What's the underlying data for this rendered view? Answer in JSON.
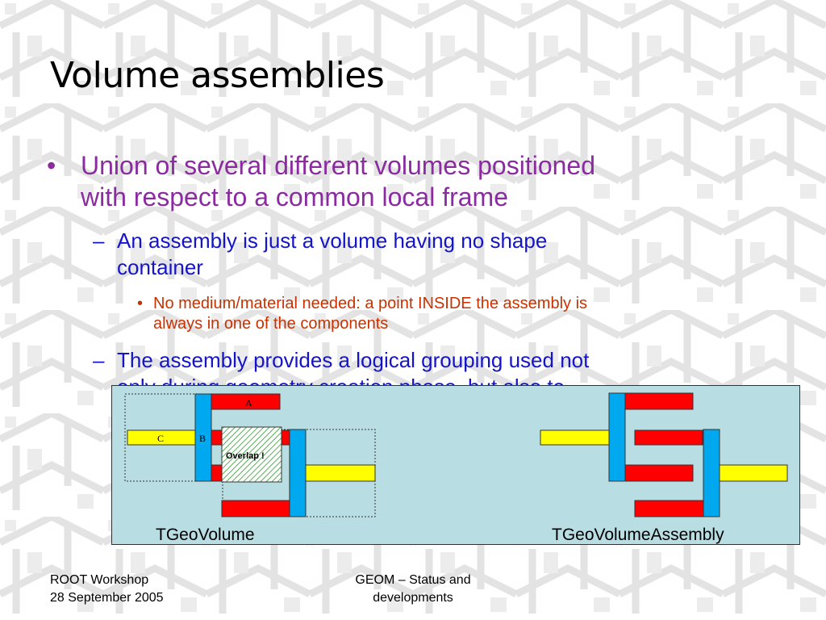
{
  "slide": {
    "title": "Volume assemblies",
    "bullets": {
      "l1_text_line1": "Union of several different volumes positioned",
      "l1_text_line2": "with respect to a common local frame",
      "l2a_line1": "An assembly is just a volume having no shape",
      "l2a_line2": "container",
      "l3_line1": "No medium/material needed: a point INSIDE the assembly is",
      "l3_line2": "always in one of the components",
      "l2b_line1": "The assembly provides a logical grouping used not",
      "l2b_line2": "only during geometry creation phase, but also to",
      "bullet_mark": "•",
      "dash_mark": "–"
    },
    "diagram": {
      "left_caption": "TGeoVolume",
      "right_caption": "TGeoVolumeAssembly",
      "label_a": "A",
      "label_b": "B",
      "label_c": "C",
      "overlap_label": "Overlap !"
    },
    "footer": {
      "left_line1": "ROOT Workshop",
      "left_line2": "28 September 2005",
      "center_line1": "GEOM – Status and",
      "center_line2": "developments"
    },
    "colors": {
      "panel_bg": "#b8dde2",
      "red": "#ff0000",
      "blue": "#00a8f0",
      "yellow": "#ffff00",
      "title": "#000000",
      "l1": "#8a2ba0",
      "l2": "#1414c8",
      "l3": "#c83200"
    }
  }
}
